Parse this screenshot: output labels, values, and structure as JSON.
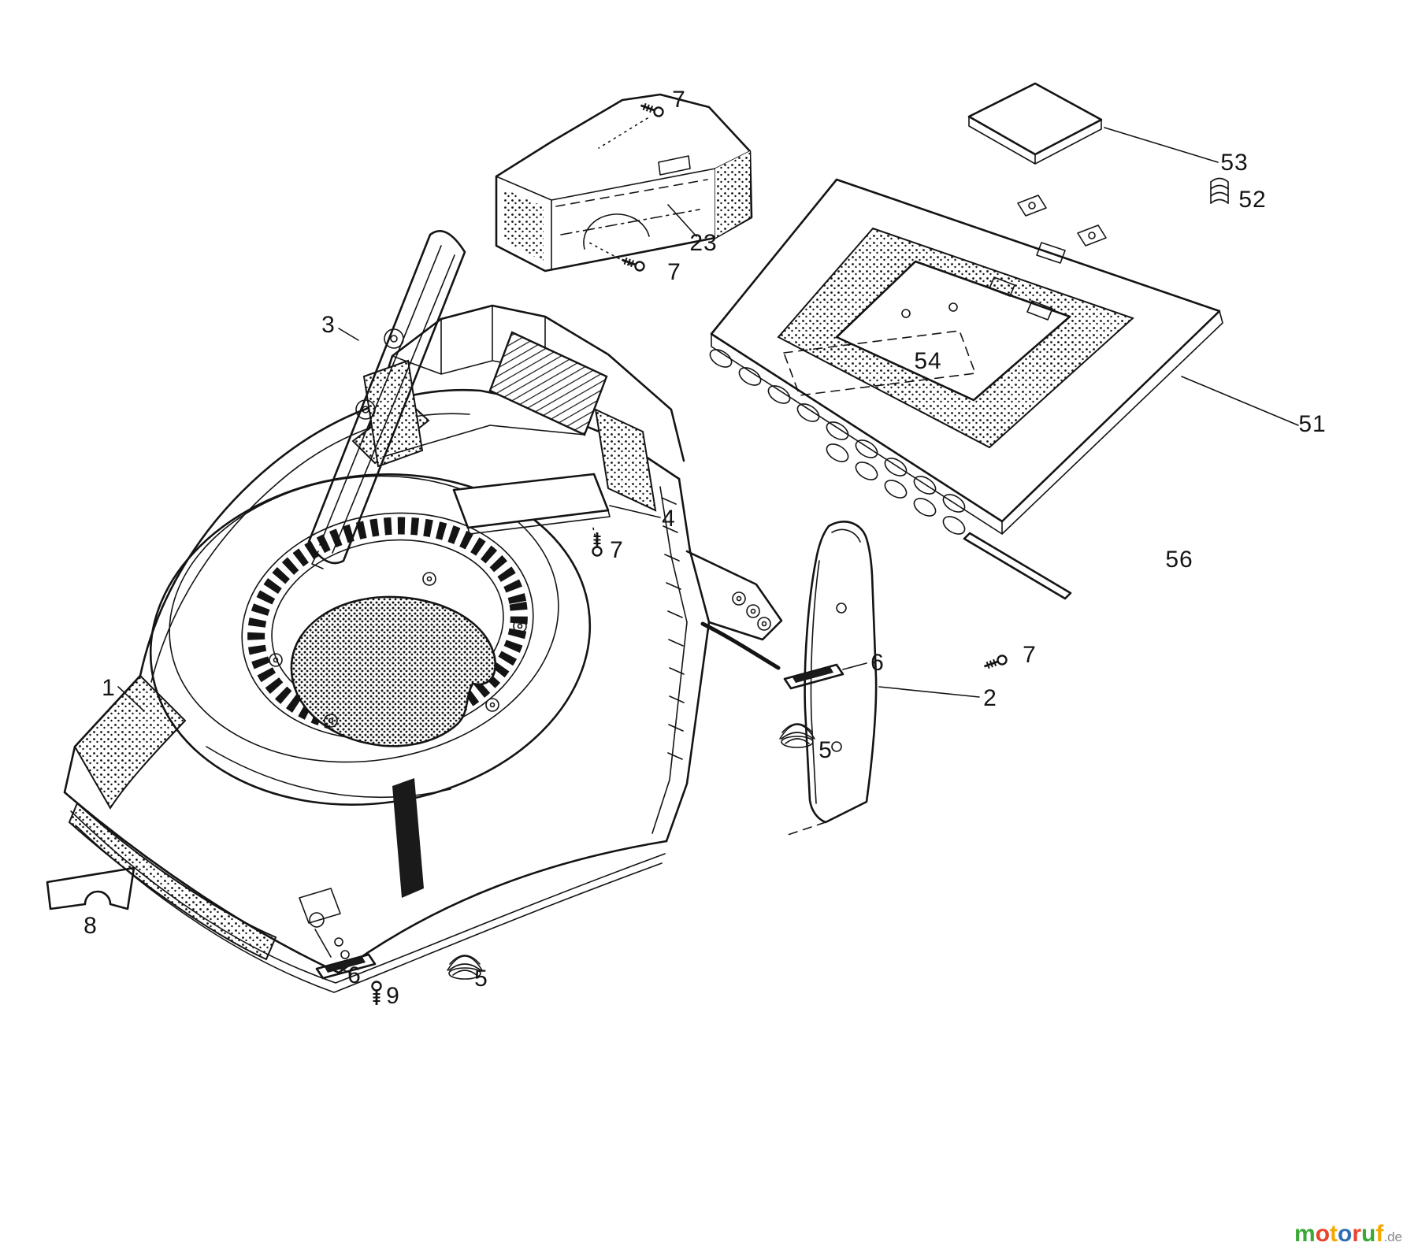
{
  "page": {
    "background": "#ffffff",
    "ink": "#141414",
    "kind": "exploded parts diagram (lawn mower deck and housing)"
  },
  "diagram": {
    "type": "exploded-parts-diagram",
    "callouts": [
      {
        "id": "callout-7-shroud-top",
        "text": "7"
      },
      {
        "id": "callout-23",
        "text": "23"
      },
      {
        "id": "callout-7-shroud-bottom",
        "text": "7"
      },
      {
        "id": "callout-3",
        "text": "3"
      },
      {
        "id": "callout-53",
        "text": "53"
      },
      {
        "id": "callout-52",
        "text": "52"
      },
      {
        "id": "callout-54",
        "text": "54"
      },
      {
        "id": "callout-51",
        "text": "51"
      },
      {
        "id": "callout-56",
        "text": "56"
      },
      {
        "id": "callout-4",
        "text": "4"
      },
      {
        "id": "callout-7-deck",
        "text": "7"
      },
      {
        "id": "callout-1",
        "text": "1"
      },
      {
        "id": "callout-6-right",
        "text": "6"
      },
      {
        "id": "callout-7-right",
        "text": "7"
      },
      {
        "id": "callout-2",
        "text": "2"
      },
      {
        "id": "callout-5-right",
        "text": "5"
      },
      {
        "id": "callout-8",
        "text": "8"
      },
      {
        "id": "callout-6-bottom",
        "text": "6"
      },
      {
        "id": "callout-9",
        "text": "9"
      },
      {
        "id": "callout-5-bottom",
        "text": "5"
      }
    ]
  },
  "watermark": {
    "suffix": ".de",
    "letters": [
      {
        "char": "m",
        "color": "#3aa935"
      },
      {
        "char": "o",
        "color": "#e8432c"
      },
      {
        "char": "t",
        "color": "#f5a800"
      },
      {
        "char": "o",
        "color": "#2e6db4"
      },
      {
        "char": "r",
        "color": "#e8432c"
      },
      {
        "char": "u",
        "color": "#3aa935"
      },
      {
        "char": "f",
        "color": "#f5a800"
      }
    ]
  }
}
